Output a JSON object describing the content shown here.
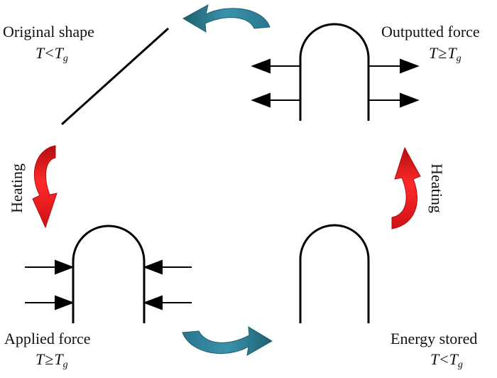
{
  "labels": {
    "original_shape": "Original shape",
    "outputted_force": "Outputted force",
    "applied_force": "Applied force",
    "energy_stored": "Energy stored",
    "heating_left": "Heating",
    "heating_right": "Heating"
  },
  "conditions": {
    "original": {
      "T": "T",
      "op": "<",
      "Tg_base": "T",
      "Tg_sub": "g"
    },
    "outputted": {
      "T": "T",
      "op": "≥",
      "Tg_base": "T",
      "Tg_sub": "g"
    },
    "applied": {
      "T": "T",
      "op": "≥",
      "Tg_base": "T",
      "Tg_sub": "g"
    },
    "energy": {
      "T": "T",
      "op": "<",
      "Tg_base": "T",
      "Tg_sub": "g"
    }
  },
  "colors": {
    "stroke": "#000000",
    "teal_arrow": "#2f8198",
    "teal_arrow_dark": "#1f5f70",
    "red_arrow": "#e8151a",
    "red_arrow_dark": "#b30d10"
  }
}
